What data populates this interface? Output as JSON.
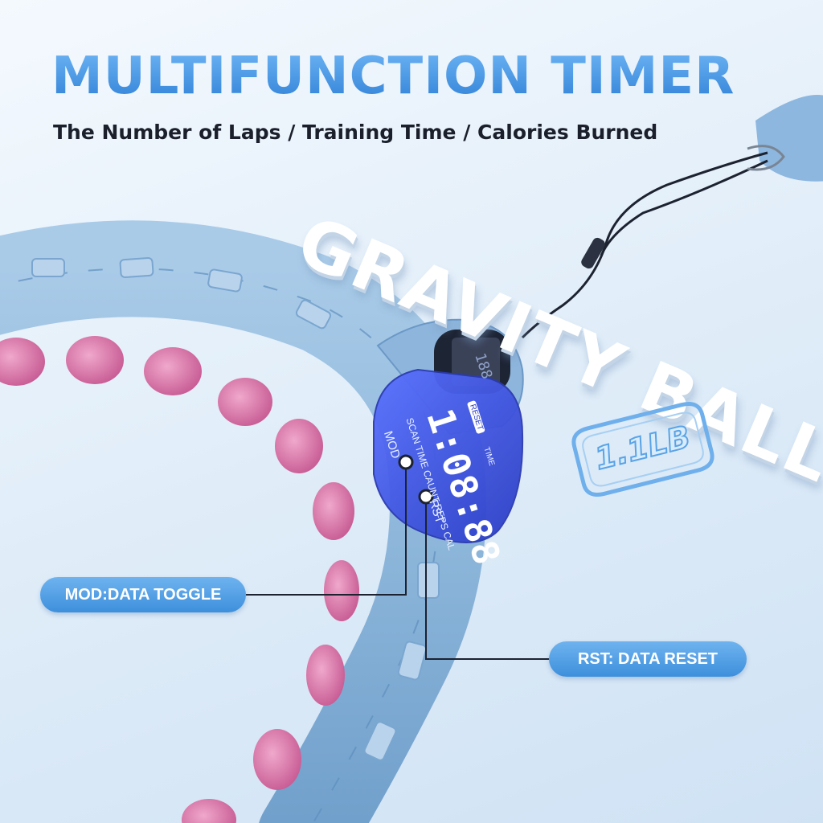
{
  "title": "MULTIFUNCTION TIMER",
  "subtitle": "The Number of Laps / Training Time / Calories Burned",
  "gravity_text": "GRAVITY BALL",
  "weight": "1.1LB",
  "device": {
    "display": "1:08:88",
    "small_display": "188",
    "mode_labels": "SCAN TIME CAUNT REPS CAL",
    "badge": "RESET",
    "time_label": "TIME",
    "mod_label": "MOD",
    "rst_label": "RST"
  },
  "callouts": {
    "mod": "MOD:DATA TOGGLE",
    "rst": "RST: DATA RESET"
  },
  "colors": {
    "accent": "#3b8fe0",
    "hoop": "#8fb8dc",
    "knob": "#d776a8",
    "display": "#3d5ce8"
  }
}
